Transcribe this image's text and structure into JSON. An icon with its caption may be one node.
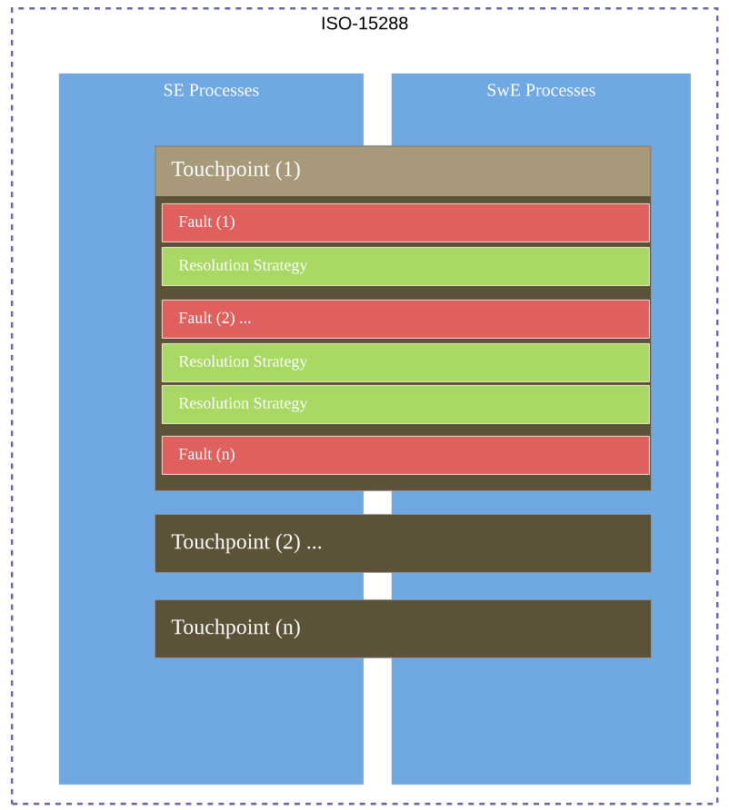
{
  "diagram": {
    "nodes": [
      {
        "text": [
          "ISO-15288"
        ]
      },
      {
        "text": [
          "SE Processes"
        ],
        "in": 0
      },
      {
        "text": [
          "SwE Processes"
        ],
        "in": 0
      },
      {
        "text": [
          "Touchpoint (1)"
        ],
        "in": 0
      },
      {
        "text": [
          "Fault (1)"
        ],
        "in": 3
      },
      {
        "text": [
          "Resolution Strategy"
        ],
        "in": 3
      },
      {
        "text": [
          "Fault (2) ..."
        ],
        "in": 3
      },
      {
        "text": [
          "Resolution Strategy"
        ],
        "in": 3
      },
      {
        "text": [
          "Resolution Strategy"
        ],
        "in": 3
      },
      {
        "text": [
          "Fault (n)"
        ],
        "in": 3
      },
      {
        "text": [
          "Touchpoint (2) ..."
        ],
        "in": 0
      },
      {
        "text": [
          "Touchpoint (n)"
        ],
        "in": 0
      }
    ]
  }
}
